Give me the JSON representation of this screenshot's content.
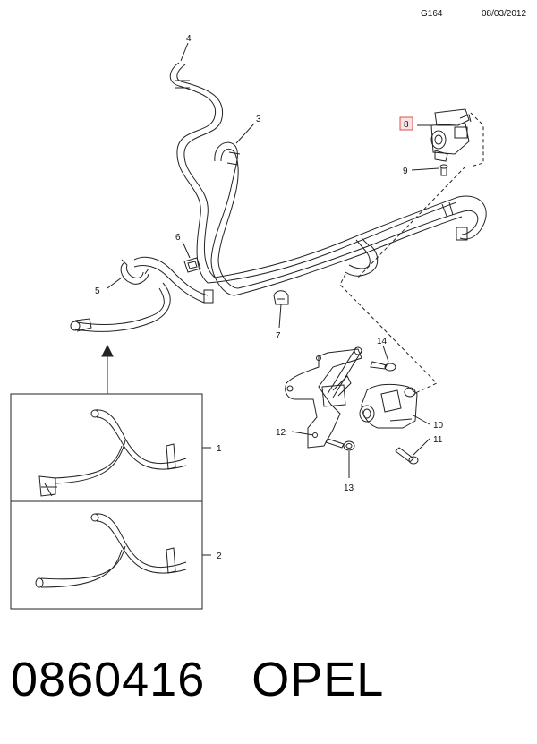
{
  "header": {
    "diagram_code": "G164",
    "date": "08/03/2012"
  },
  "callouts": {
    "c1": "1",
    "c2": "2",
    "c3": "3",
    "c4": "4",
    "c5": "5",
    "c6": "6",
    "c7": "7",
    "c8": "8",
    "c9": "9",
    "c10": "10",
    "c11": "11",
    "c12": "12",
    "c13": "13",
    "c14": "14"
  },
  "callout_highlight_color": "#d9534f",
  "footer": {
    "part_number": "0860416",
    "brand": "OPEL"
  }
}
